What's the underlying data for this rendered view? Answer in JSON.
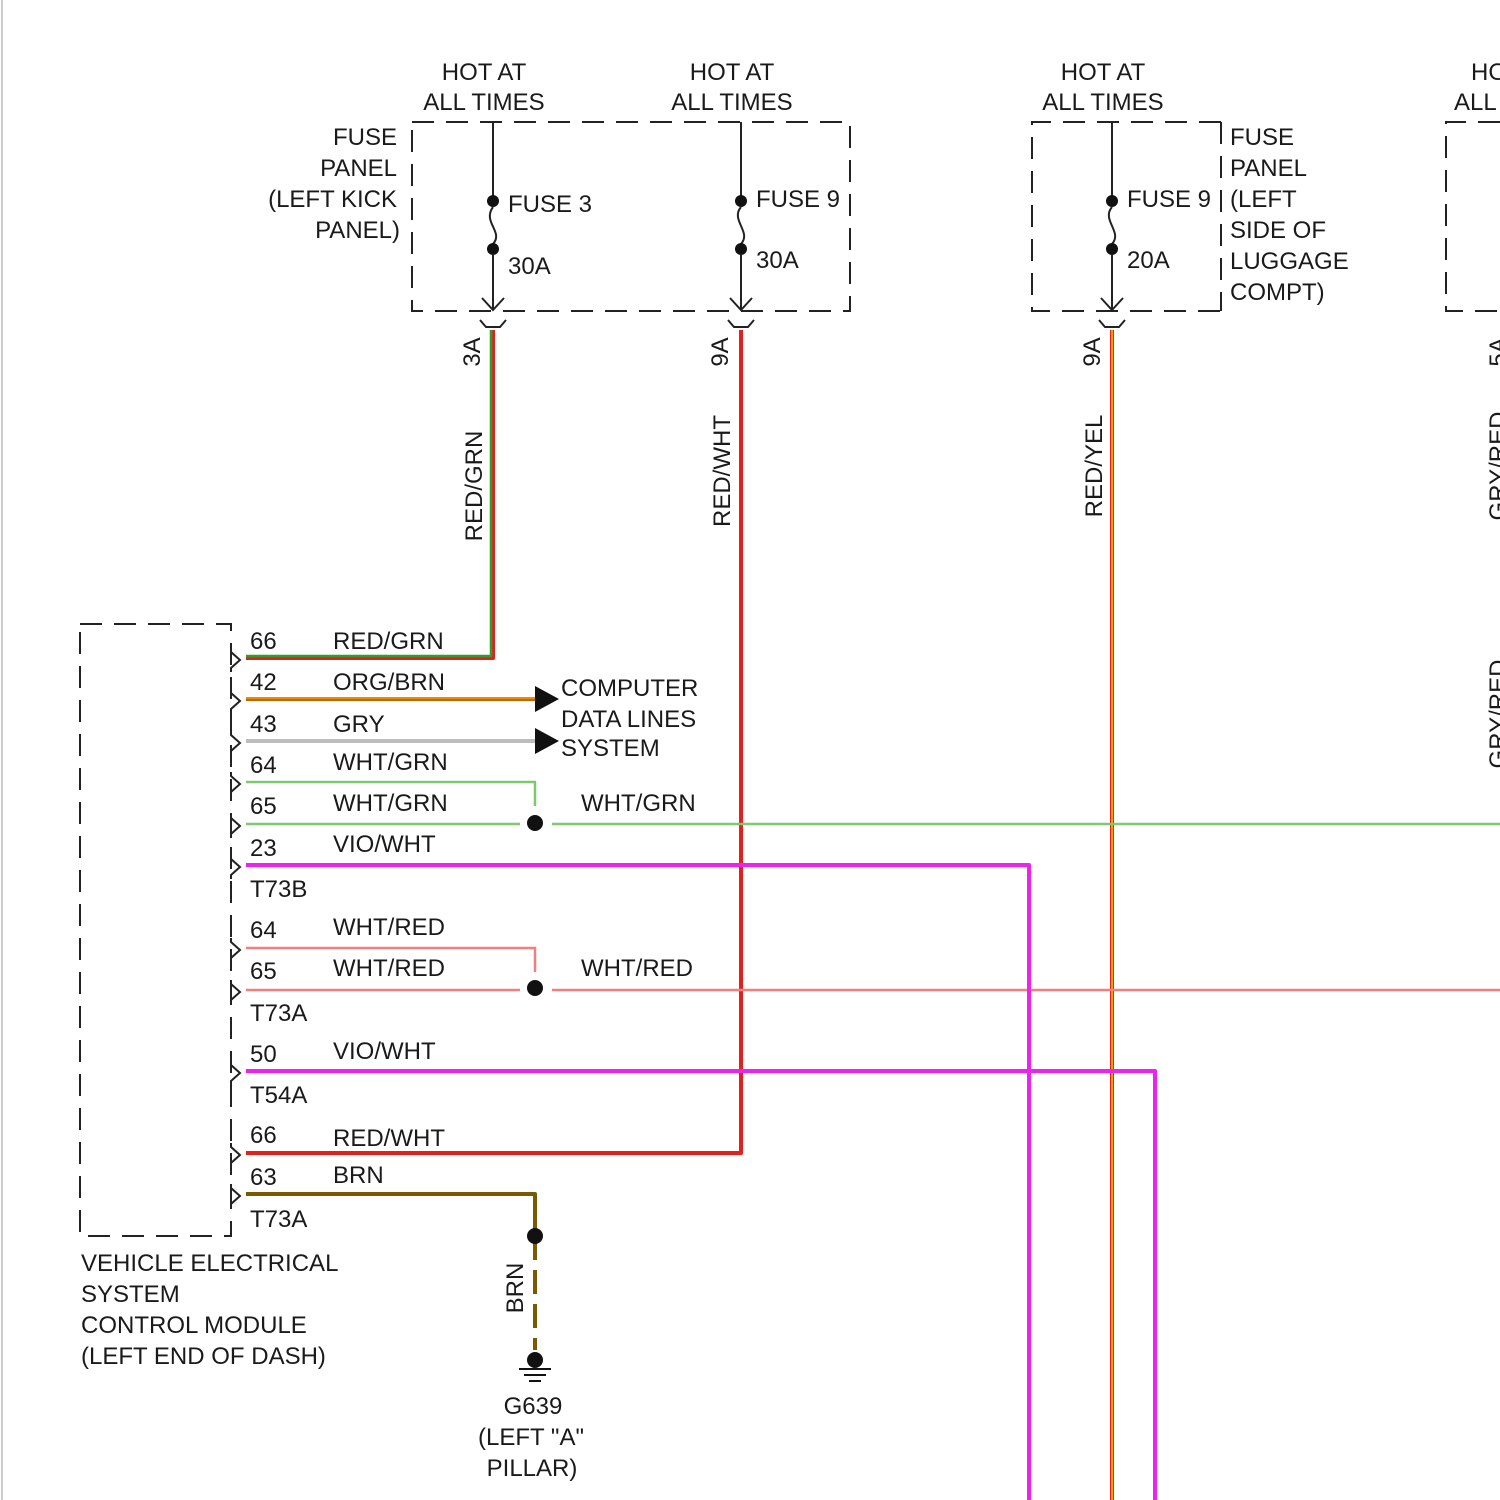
{
  "colors": {
    "red_grn": [
      "#e3201b",
      "#2e9e2e"
    ],
    "red_wht": "#e3201b",
    "red_yel": [
      "#e3201b",
      "#f2c400"
    ],
    "org_brn": [
      "#f08a00",
      "#7a4b12"
    ],
    "gry": "#bdbdbd",
    "wht_grn": "#7ec86f",
    "wht_red": "#f08080",
    "vio_wht": "#ee22ee",
    "brn": "#7a5a00",
    "grounding": "#222222"
  },
  "fuse_panel_left": {
    "label": [
      "FUSE",
      "PANEL",
      "(LEFT KICK",
      "PANEL)"
    ],
    "fuses": [
      {
        "hot_label": [
          "HOT AT",
          "ALL TIMES"
        ],
        "name": "FUSE 3",
        "rating": "30A",
        "circuit": "3A",
        "wire": "RED/GRN"
      },
      {
        "hot_label": [
          "HOT AT",
          "ALL TIMES"
        ],
        "name": "FUSE 9",
        "rating": "30A",
        "circuit": "9A",
        "wire": "RED/WHT"
      }
    ]
  },
  "fuse_panel_right": {
    "label": [
      "FUSE",
      "PANEL",
      "(LEFT",
      "SIDE OF",
      "LUGGAGE",
      "COMPT)"
    ],
    "fuse": {
      "hot_label": [
        "HOT AT",
        "ALL TIMES"
      ],
      "name": "FUSE 9",
      "rating": "20A",
      "circuit": "9A",
      "wire": "RED/YEL"
    },
    "cut_off_hot": [
      "HO",
      "ALL"
    ],
    "cut_off_circuit": "5A",
    "cut_off_wires": [
      "GRY/RED",
      "GRY/RED"
    ]
  },
  "module": {
    "label": [
      "VEHICLE ELECTRICAL",
      "SYSTEM",
      "CONTROL MODULE",
      "(LEFT END OF DASH)"
    ],
    "pins": [
      {
        "pin": "66",
        "wire": "RED/GRN"
      },
      {
        "pin": "42",
        "wire": "ORG/BRN"
      },
      {
        "pin": "43",
        "wire": "GRY"
      },
      {
        "pin": "64",
        "wire": "WHT/GRN"
      },
      {
        "pin": "65",
        "wire": "WHT/GRN"
      },
      {
        "pin": "23",
        "wire": "VIO/WHT"
      },
      {
        "pin": "64",
        "wire": "WHT/RED"
      },
      {
        "pin": "65",
        "wire": "WHT/RED"
      },
      {
        "pin": "50",
        "wire": "VIO/WHT"
      },
      {
        "pin": "66",
        "wire": "RED/WHT"
      },
      {
        "pin": "63",
        "wire": "BRN"
      }
    ],
    "connectors": [
      "T73B",
      "T73A",
      "T54A",
      "T73A"
    ]
  },
  "data_lines": [
    "COMPUTER",
    "DATA LINES",
    "SYSTEM"
  ],
  "splice_labels": {
    "wht_grn": "WHT/GRN",
    "wht_red": "WHT/RED"
  },
  "ground": {
    "wire": "BRN",
    "label": [
      "G639",
      "(LEFT \"A\"",
      "PILLAR)"
    ]
  }
}
